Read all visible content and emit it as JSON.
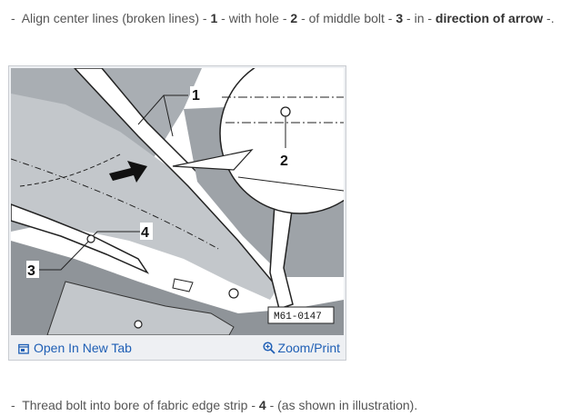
{
  "steps": [
    {
      "bullet": "-",
      "text_1": "Align center lines (broken lines) - ",
      "num_1": "1",
      "text_2": " - with hole - ",
      "num_2": "2",
      "text_3": " - of middle bolt - ",
      "num_3": "3",
      "text_4": " - in - ",
      "bold_phrase": "direction of arrow",
      "text_5": " -."
    },
    {
      "bullet": "-",
      "text_1": "Thread bolt into bore of fabric edge strip - ",
      "num_1": "4",
      "text_2": " - (as shown in illustration)."
    }
  ],
  "figure": {
    "callouts": [
      "1",
      "2",
      "3",
      "4"
    ],
    "reference_code": "M61-0147",
    "open_tab_label": "Open In New Tab",
    "zoom_label": "Zoom/Print",
    "open_tab_icon": "open-new-tab-icon",
    "zoom_icon": "magnifier-icon",
    "link_color": "#1f5fb5"
  }
}
